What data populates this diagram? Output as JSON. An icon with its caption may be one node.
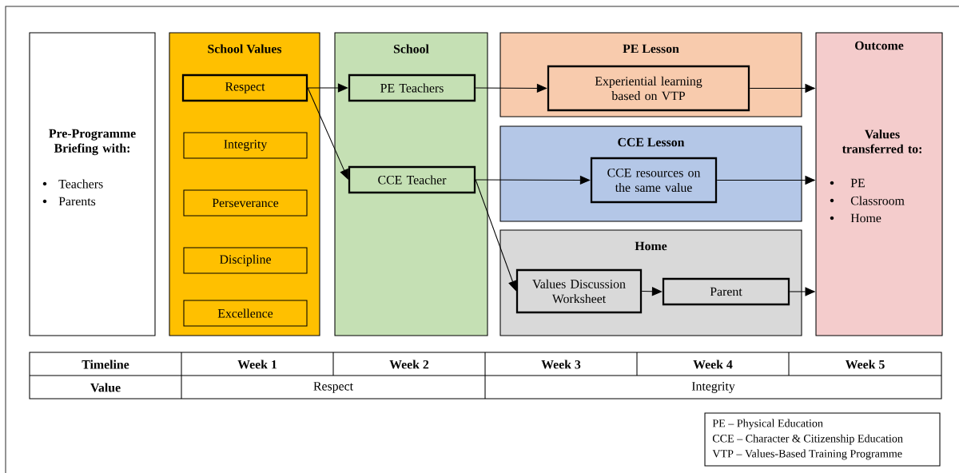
{
  "diagram": {
    "nodes": [
      {
        "text": [
          "Pre-Programme Briefing with:",
          "Teachers",
          "Parents"
        ]
      },
      {
        "text": [
          "School Values"
        ]
      },
      {
        "text": [
          "Respect"
        ],
        "in": 1
      },
      {
        "text": [
          "Integrity"
        ],
        "in": 1
      },
      {
        "text": [
          "Perseverance"
        ],
        "in": 1
      },
      {
        "text": [
          "Discipline"
        ],
        "in": 1
      },
      {
        "text": [
          "Excellence"
        ],
        "in": 1
      },
      {
        "text": [
          "School"
        ]
      },
      {
        "text": [
          "PE Teachers"
        ],
        "in": 7
      },
      {
        "text": [
          "CCE Teacher"
        ],
        "in": 7
      },
      {
        "text": [
          "PE Lesson"
        ]
      },
      {
        "text": [
          "Experiential learning based on VTP"
        ],
        "in": 10
      },
      {
        "text": [
          "CCE Lesson"
        ]
      },
      {
        "text": [
          "CCE resources on the same value"
        ],
        "in": 12
      },
      {
        "text": [
          "Home"
        ]
      },
      {
        "text": [
          "Values Discussion Worksheet"
        ],
        "in": 14
      },
      {
        "text": [
          "Parent"
        ],
        "in": 14
      },
      {
        "text": [
          "Outcome",
          "Values transferred to:",
          "PE",
          "Classroom",
          "Home"
        ]
      }
    ],
    "edges": [
      {
        "from": 2,
        "to": 8,
        "arrow": "to"
      },
      {
        "from": 2,
        "to": 9,
        "arrow": "to"
      },
      {
        "from": 8,
        "to": 11,
        "arrow": "to"
      },
      {
        "from": 11,
        "to": 17,
        "arrow": "to"
      },
      {
        "from": 9,
        "to": 13,
        "arrow": "to"
      },
      {
        "from": 13,
        "to": 17,
        "arrow": "to"
      },
      {
        "from": 9,
        "to": 15,
        "arrow": "to"
      },
      {
        "from": 15,
        "to": 16,
        "arrow": "to"
      },
      {
        "from": 16,
        "to": 17,
        "arrow": "to"
      }
    ],
    "labels": [
      "Timeline",
      "Week 1",
      "Week 2",
      "Week 3",
      "Week 4",
      "Week 5",
      "Value",
      "Respect",
      "Integrity",
      "PE – Physical Education",
      "CCE – Character & Citizenship Education",
      "VTP – Values-Based Training Programme"
    ]
  }
}
